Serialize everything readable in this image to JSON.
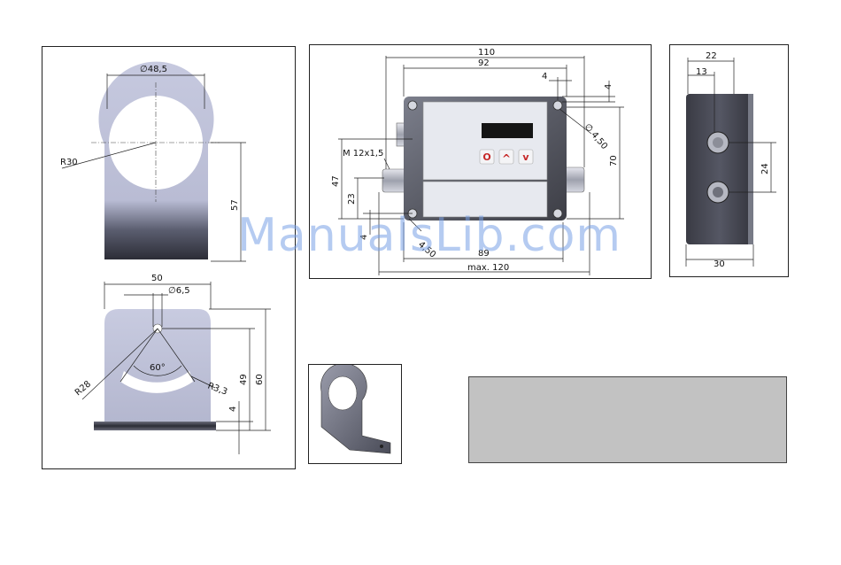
{
  "bracket_drawing": {
    "dim_diameter_ring": "∅48,5",
    "dim_radius_ring": "R30",
    "dim_height_upper": "57",
    "dim_width_base": "50",
    "dim_hole_diameter": "∅6,5",
    "dim_angle": "60°",
    "dim_radius_slot": "R28",
    "dim_slot_width": "R3,3",
    "dim_height_49": "49",
    "dim_height_60": "60",
    "dim_thickness": "4"
  },
  "housing_drawing": {
    "dim_total_width": "110",
    "dim_width_92": "92",
    "dim_offset_4_top": "4",
    "dim_offset_4_right": "4",
    "dim_hole": "∅ 4,50",
    "dim_thread": "M 12x1,5",
    "dim_height_47": "47",
    "dim_height_23": "23",
    "dim_height_4_left": "4",
    "dim_height_70": "70",
    "dim_hole_bottom": "4,50",
    "dim_width_89": "89",
    "dim_max": "max. 120"
  },
  "side_drawing": {
    "dim_22": "22",
    "dim_13": "13",
    "dim_24": "24",
    "dim_30": "30"
  },
  "display_buttons": [
    "O",
    "^",
    "v"
  ],
  "watermark": "ManualsLib.com"
}
